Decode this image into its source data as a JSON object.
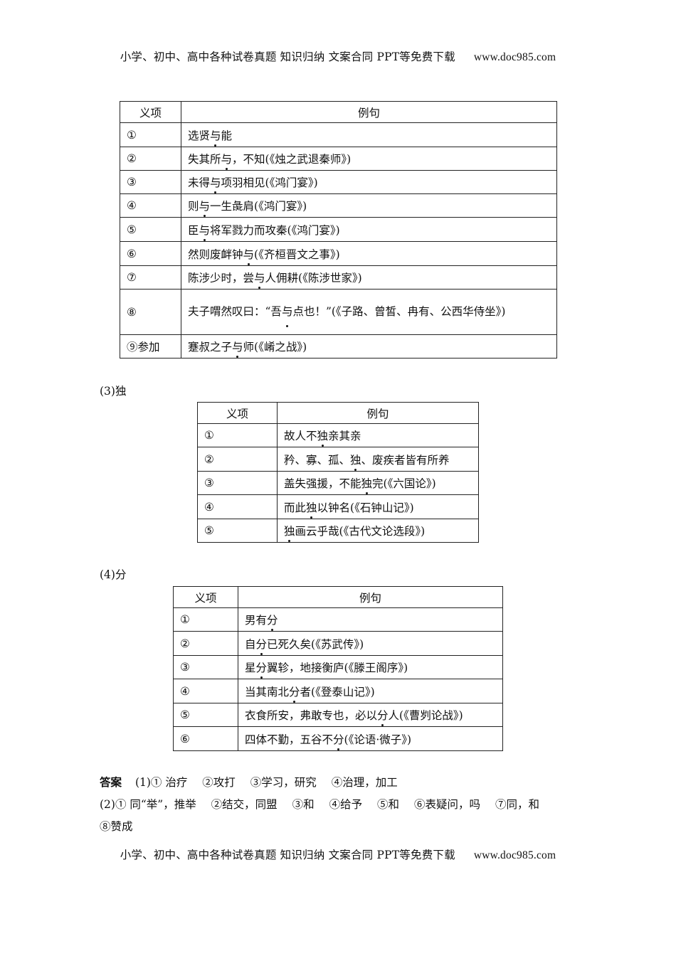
{
  "header": {
    "text": "小学、初中、高中各种试卷真题  知识归纳  文案合同  PPT等免费下载",
    "url": "www.doc985.com"
  },
  "footer": {
    "text": "小学、初中、高中各种试卷真题  知识归纳  文案合同  PPT等免费下载",
    "url": "www.doc985.com"
  },
  "table_columns": {
    "sense": "义项",
    "example": "例句"
  },
  "table_yu": {
    "rows": [
      {
        "sense": "①",
        "pre": "选贤",
        "key": "与",
        "post": "能"
      },
      {
        "sense": "②",
        "pre": "失其所",
        "key": "与",
        "post": "，不知(《烛之武退秦师》)"
      },
      {
        "sense": "③",
        "pre": "未得",
        "key": "与",
        "post": "项羽相见(《鸿门宴》)"
      },
      {
        "sense": "④",
        "pre": "则",
        "key": "与",
        "post": "一生彘肩(《鸿门宴》)"
      },
      {
        "sense": "⑤",
        "pre": "臣",
        "key": "与",
        "post": "将军戮力而攻秦(《鸿门宴》)"
      },
      {
        "sense": "⑥",
        "pre": "然则废衅钟",
        "key": "与",
        "post": "(《齐桓晋文之事》)"
      },
      {
        "sense": "⑦",
        "pre": "陈涉少时，尝",
        "key": "与",
        "post": "人佣耕(《陈涉世家》)"
      },
      {
        "sense": "⑧",
        "pre": "夫子喟然叹曰：“吾",
        "key": "与",
        "post": "点也！”(《子路、曾皙、冉有、公西华侍坐》)"
      },
      {
        "sense": "⑨参加",
        "pre": "蹇叔之子",
        "key": "与",
        "post": "师(《崤之战》)"
      }
    ]
  },
  "section_du": {
    "title": "(3)独"
  },
  "table_du": {
    "rows": [
      {
        "sense": "①",
        "pre": "故人不",
        "key": "独",
        "post": "亲其亲"
      },
      {
        "sense": "②",
        "pre": "矜、寡、孤、",
        "key": "独",
        "post": "、废疾者皆有所养"
      },
      {
        "sense": "③",
        "pre": "盖失强援，不能",
        "key": "独",
        "post": "完(《六国论》)"
      },
      {
        "sense": "④",
        "pre": "而此",
        "key": "独",
        "post": "以钟名(《石钟山记》)"
      },
      {
        "sense": "⑤",
        "pre": "",
        "key": "独",
        "post": "画云乎哉(《古代文论选段》)"
      }
    ]
  },
  "section_fen": {
    "title": "(4)分"
  },
  "table_fen": {
    "rows": [
      {
        "sense": "①",
        "pre": "男有",
        "key": "分",
        "post": ""
      },
      {
        "sense": "②",
        "pre": "自",
        "key": "分",
        "post": "已死久矣(《苏武传》)"
      },
      {
        "sense": "③",
        "pre": "星",
        "key": "分",
        "post": "翼轸，地接衡庐(《滕王阁序》)"
      },
      {
        "sense": "④",
        "pre": "当其南北",
        "key": "分",
        "post": "者(《登泰山记》)"
      },
      {
        "sense": "⑤",
        "pre": "衣食所安，弗敢专也，必以",
        "key": "分",
        "post": "人(《曹刿论战》)"
      },
      {
        "sense": "⑥",
        "pre": "四体不勤，五谷不",
        "key": "分",
        "post": "(《论语·微子》)"
      }
    ]
  },
  "answers": {
    "label": "答案",
    "line1": [
      "(1)① 治疗",
      "②攻打",
      "③学习，研究",
      "④治理，加工"
    ],
    "line2": [
      "(2)① 同“举”，推举",
      "②结交，同盟",
      "③和",
      "④给予",
      "⑤和",
      "⑥表疑问，吗",
      "⑦同，和"
    ],
    "line3": "⑧赞成"
  }
}
